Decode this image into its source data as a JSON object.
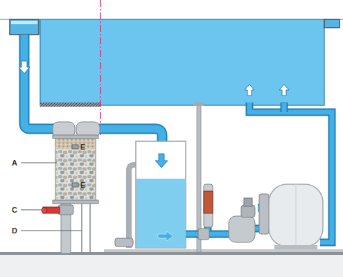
{
  "diagram": {
    "labels": [
      "A",
      "C",
      "D",
      "E",
      "E"
    ]
  }
}
